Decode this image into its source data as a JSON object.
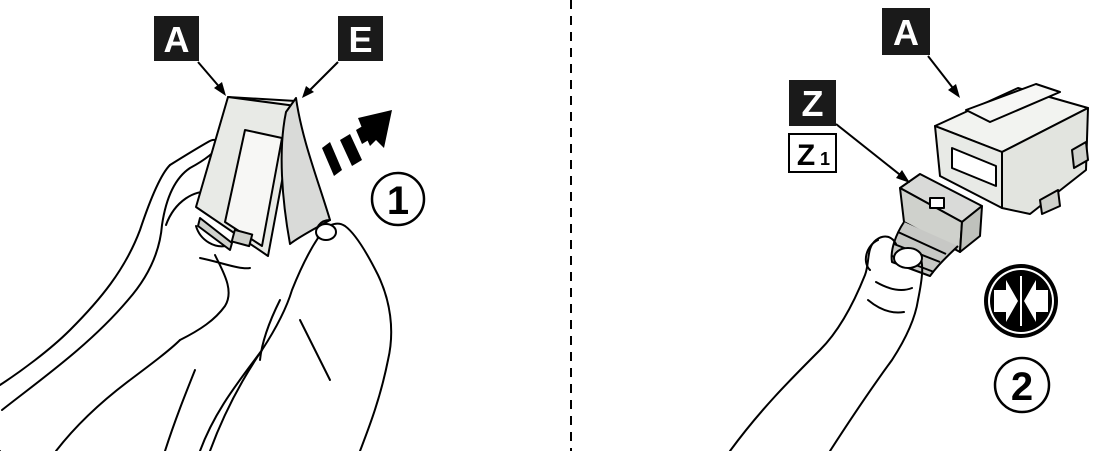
{
  "labels": {
    "a_left": "A",
    "e_left": "E",
    "a_right": "A",
    "z": "Z",
    "z1_main": "Z",
    "z1_sub": "1"
  },
  "steps": {
    "step1": "1",
    "step2": "2"
  },
  "icons": [
    "arrow-motion-icon",
    "connect-arrows-icon"
  ],
  "colors": {
    "ink": "#000000",
    "label_bg": "#1a1a1a",
    "label_text": "#ffffff",
    "device_fill": "#e8eae6",
    "tape_fill": "#d9dad8"
  }
}
